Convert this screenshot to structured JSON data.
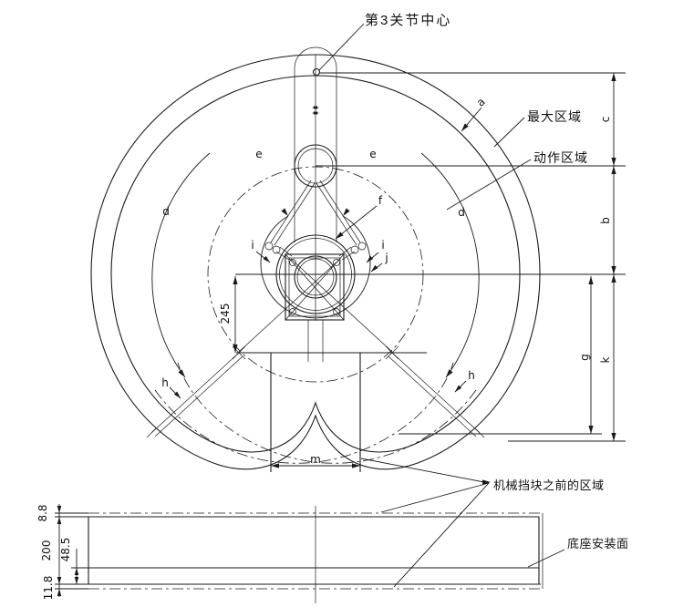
{
  "drawing": {
    "labels": {
      "joint3_center": "第3关节中心",
      "max_region": "最大区域",
      "motion_region": "动作区域",
      "mech_stop_region": "机械挡块之前的区域",
      "base_mount_surface": "底座安装面"
    },
    "dim_letters": {
      "a": "a",
      "b": "b",
      "c": "c",
      "d": "d",
      "e": "e",
      "f": "f",
      "g": "g",
      "h": "h",
      "i": "i",
      "j": "j",
      "k": "k",
      "m": "m"
    },
    "dim_values": {
      "d245": "245",
      "d200": "200",
      "d48_5": "48.5",
      "d8_8": "8.8",
      "d11_8": "11.8"
    },
    "colors": {
      "line": "#1a1a1a",
      "background": "#ffffff"
    }
  }
}
